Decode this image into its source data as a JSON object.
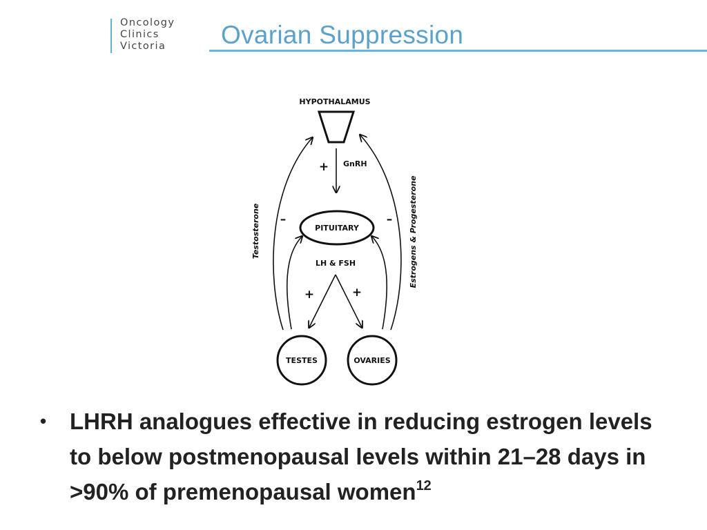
{
  "logo": {
    "lines": [
      "Oncology",
      "Clinics",
      "Victoria"
    ]
  },
  "slide": {
    "title": "Ovarian Suppression"
  },
  "diagram": {
    "hypothalamus": "HYPOTHALAMUS",
    "gnrh": "GnRH",
    "pituitary": "PITUITARY",
    "lh_fsh": "LH & FSH",
    "testes": "TESTES",
    "ovaries": "OVARIES",
    "testosterone": "Testosterone",
    "estrogens_progesterone": "Estrogens & Progesterone",
    "plus": "+",
    "minus": "–"
  },
  "bullet": {
    "marker": "•",
    "text": "LHRH analogues effective in reducing estrogen levels to below postmenopausal levels within 21–28 days in >90% of premenopausal women",
    "superscript": "12"
  }
}
